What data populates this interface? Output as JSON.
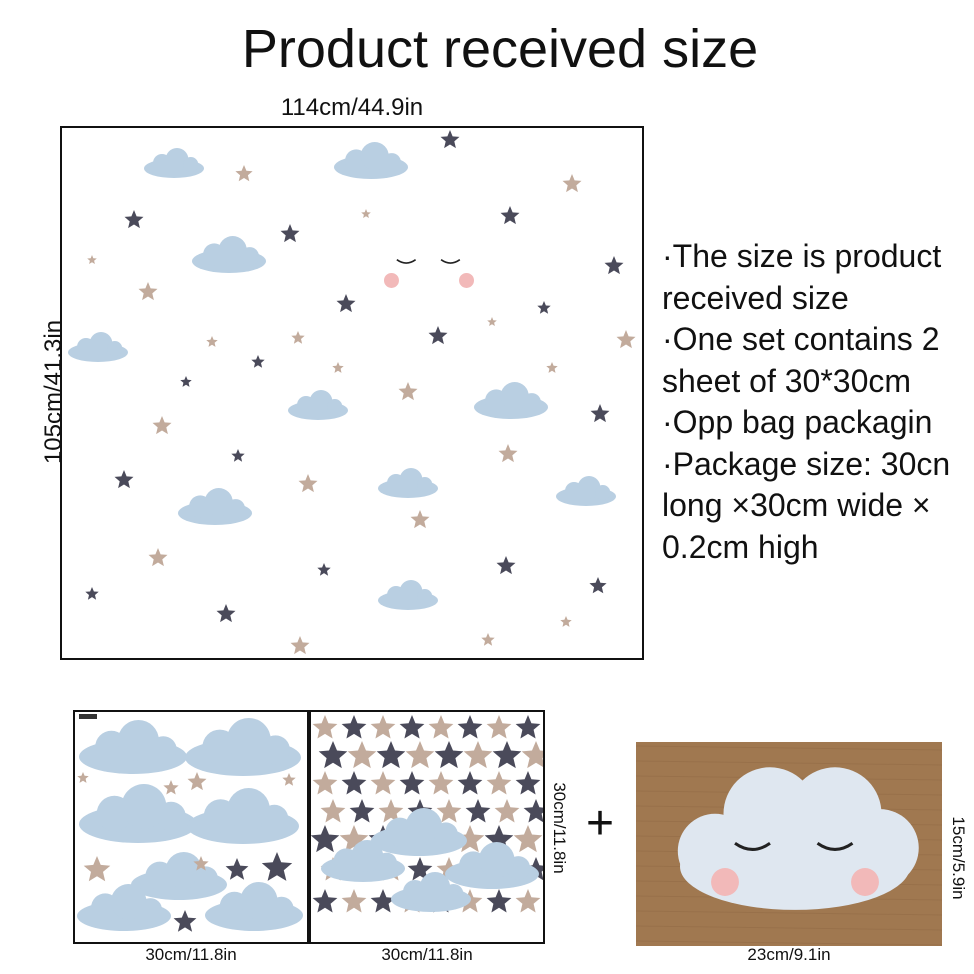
{
  "title": "Product received size",
  "main": {
    "width_label": "114cm/44.9in",
    "height_label": "105cm/41.3in"
  },
  "description": "·The size is product\nreceived size\n·One set contains 2\nsheet of 30*30cm\n·Opp bag packagin\n·Package size: 30cn\nlong ×30cm wide ×\n0.2cm high",
  "sheets": {
    "sheet1_label": "30cm/11.8in",
    "sheet2_label": "30cm/11.8in",
    "sheet_height_label": "30cm/11.8in",
    "plus": "+",
    "cloud_width_label": "23cm/9.1in",
    "cloud_height_label": "15cm/5.9in"
  },
  "colors": {
    "cloud": "#b9cfe2",
    "star_dark": "#4a4a5a",
    "star_tan": "#c2ab9c",
    "wood": "#a07850",
    "blush": "#f2b9b9"
  }
}
